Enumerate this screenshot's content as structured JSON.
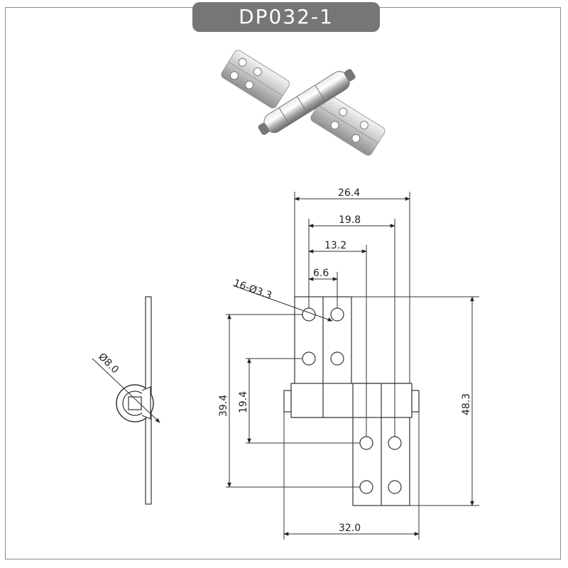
{
  "title": "DP032-1",
  "dimensions": {
    "width_total": "26.4",
    "width_2": "19.8",
    "width_3": "13.2",
    "width_4": "6.6",
    "holes": "16-Ø3.3",
    "height_total": "48.3",
    "height_1": "39.4",
    "height_2": "19.4",
    "barrel_length": "32.0",
    "barrel_dia": "Ø8.0"
  },
  "colors": {
    "title_bg": "#767676",
    "line": "#333333",
    "frame": "#8a8a8a"
  }
}
